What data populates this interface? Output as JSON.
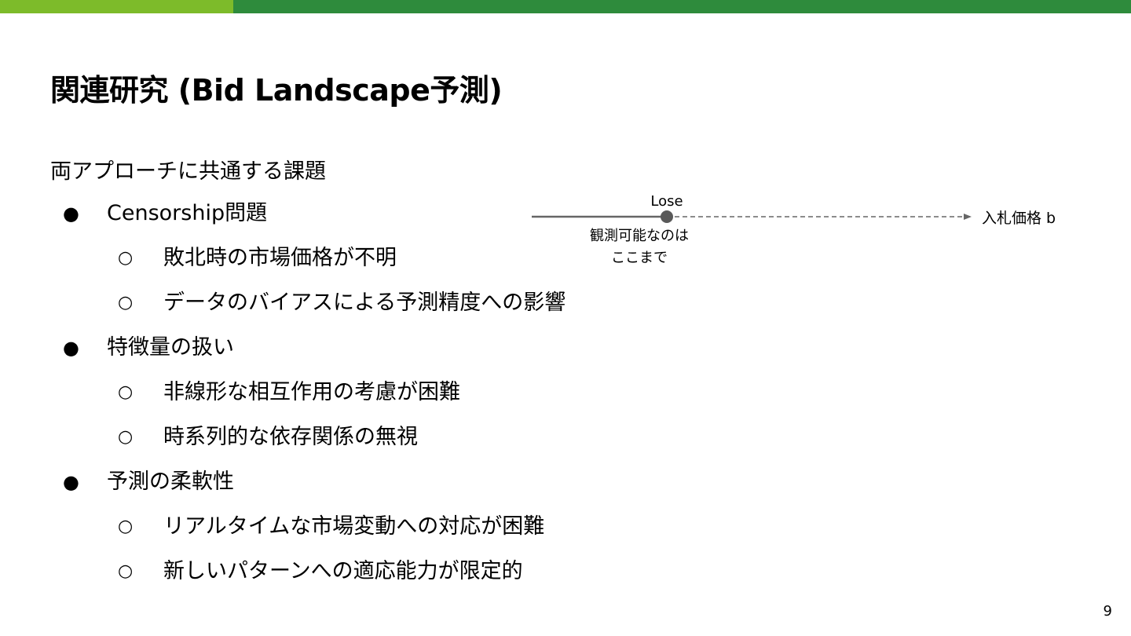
{
  "colors": {
    "accent_light": "#7dbb2a",
    "accent_dark": "#2e8b3c",
    "timeline_line": "#666666",
    "marker_dot": "#595959"
  },
  "slide": {
    "title": "関連研究 (Bid Landscape予測)",
    "subtitle": "両アプローチに共通する課題",
    "bullets": [
      {
        "marker": "●",
        "text": "Censorship問題",
        "sub": [
          {
            "marker": "○",
            "text": "敗北時の市場価格が不明"
          },
          {
            "marker": "○",
            "text": "データのバイアスによる予測精度への影響"
          }
        ]
      },
      {
        "marker": "●",
        "text": "特徴量の扱い",
        "sub": [
          {
            "marker": "○",
            "text": "非線形な相互作用の考慮が困難"
          },
          {
            "marker": "○",
            "text": "時系列的な依存関係の無視"
          }
        ]
      },
      {
        "marker": "●",
        "text": "予測の柔軟性",
        "sub": [
          {
            "marker": "○",
            "text": "リアルタイムな市場変動への対応が困難"
          },
          {
            "marker": "○",
            "text": "新しいパターンへの適応能力が限定的"
          }
        ]
      }
    ],
    "page_number": "9"
  },
  "diagram": {
    "point_label": "Lose",
    "axis_label": "入札価格 b",
    "caption_line1": "観測可能なのは",
    "caption_line2": "ここまで"
  }
}
